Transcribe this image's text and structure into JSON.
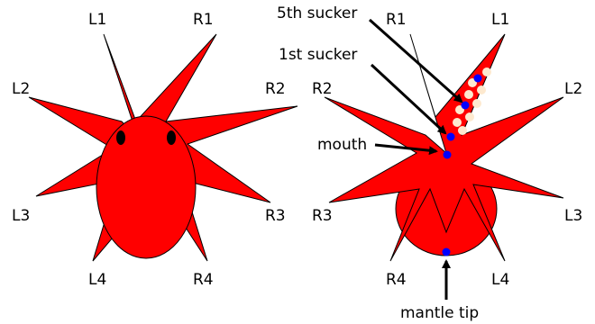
{
  "colors": {
    "body": "#ff0000",
    "outline": "#000000",
    "landmark_dot": "#0000ff",
    "sucker_fill": "#fde9cf",
    "eye": "#000000",
    "background": "#ffffff"
  },
  "dorsal_view": {
    "arm_labels": {
      "L1": "L1",
      "R1": "R1",
      "L2": "L2",
      "R2": "R2",
      "L3": "L3",
      "R3": "R3",
      "L4": "L4",
      "R4": "R4"
    },
    "eyes": [
      "eye-left",
      "eye-right"
    ]
  },
  "ventral_view": {
    "arm_labels": {
      "R1": "R1",
      "L1": "L1",
      "R2": "R2",
      "L2": "L2",
      "R3": "R3",
      "L3": "L3",
      "R4": "R4",
      "L4": "L4"
    },
    "callouts": {
      "fifth_sucker": "5th sucker",
      "first_sucker": "1st sucker",
      "mouth": "mouth",
      "mantle_tip": "mantle tip"
    },
    "sucker_count": 9
  }
}
